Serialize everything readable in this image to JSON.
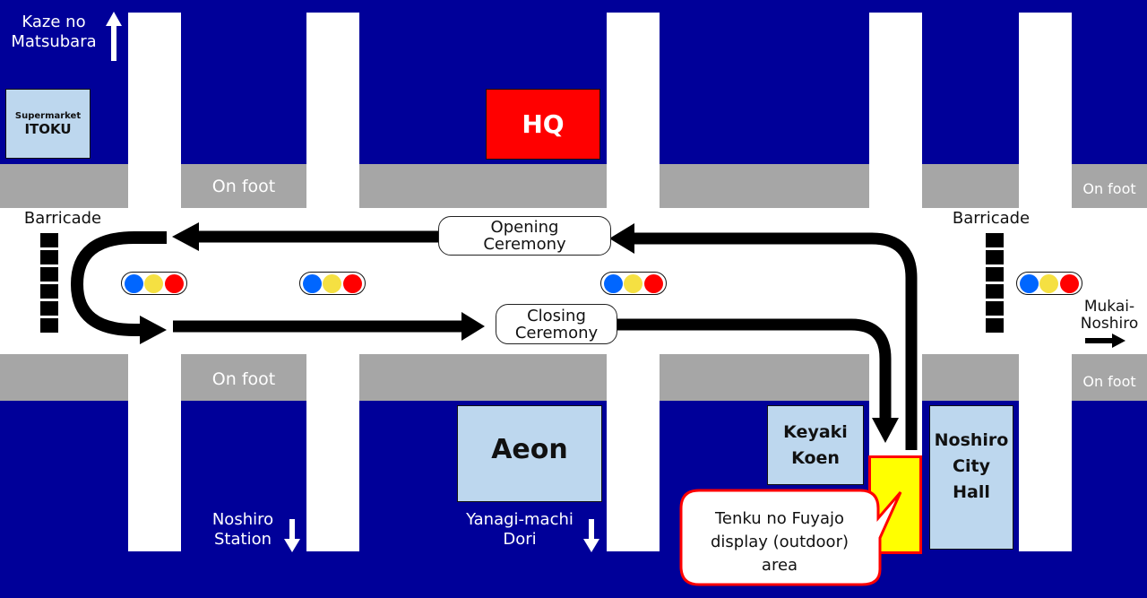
{
  "map": {
    "colors": {
      "background": "#000099",
      "street": "#ffffff",
      "pedestrian_zone": "#a6a6a6",
      "building": "#bdd7ee",
      "hq": "#ff0000",
      "display_area": "#ffff00",
      "callout_border": "#ff0000",
      "signal_blue": "#0066ff",
      "signal_yellow": "#f5e042",
      "signal_red": "#ff0000"
    },
    "directions": {
      "north": {
        "label_line1": "Kaze no",
        "label_line2": "Matsubara",
        "icon": "arrow-up-icon"
      },
      "station": {
        "label_line1": "Noshiro",
        "label_line2": "Station",
        "icon": "arrow-down-icon"
      },
      "yanagi": {
        "label_line1": "Yanagi-machi",
        "label_line2": "Dori",
        "icon": "arrow-down-icon"
      },
      "east": {
        "label_line1": "Mukai-",
        "label_line2": "Noshiro",
        "icon": "arrow-right-icon"
      }
    },
    "on_foot_labels": [
      "On foot",
      "On foot",
      "On foot",
      "On foot"
    ],
    "barricades": [
      {
        "label": "Barricade",
        "blocks": 6
      },
      {
        "label": "Barricade",
        "blocks": 6
      }
    ],
    "buildings": {
      "itoku": {
        "line1": "Supermarket",
        "line2": "ITOKU"
      },
      "hq": {
        "label": "HQ"
      },
      "aeon": {
        "label": "Aeon"
      },
      "keyaki": {
        "line1": "Keyaki",
        "line2": "Koen"
      },
      "city_hall": {
        "line1": "Noshiro",
        "line2": "City",
        "line3": "Hall"
      }
    },
    "ceremonies": {
      "opening": {
        "line1": "Opening",
        "line2": "Ceremony"
      },
      "closing": {
        "line1": "Closing",
        "line2": "Ceremony"
      }
    },
    "callout": {
      "line1": "Tenku no Fuyajo",
      "line2": "display (outdoor)",
      "line3": "area"
    },
    "signals_count": 4
  }
}
